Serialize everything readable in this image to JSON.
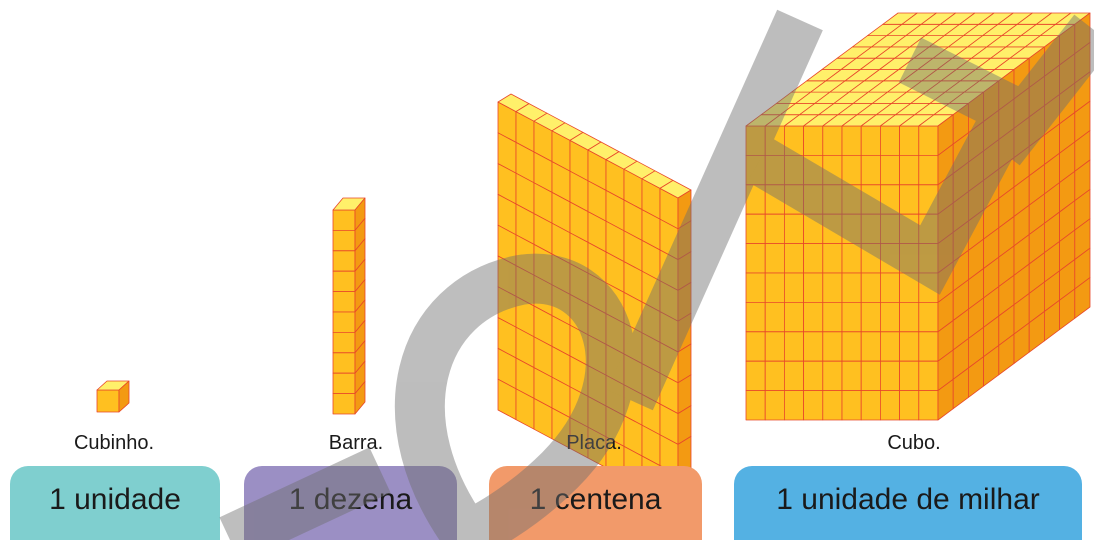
{
  "blocks": [
    {
      "caption": "Cubinho.",
      "tag": "1 unidade",
      "tag_color": "#7fcfcf"
    },
    {
      "caption": "Barra.",
      "tag": "1 dezena",
      "tag_color": "#9b8fc4"
    },
    {
      "caption": "Placa.",
      "tag": "1 centena",
      "tag_color": "#f29a6a"
    },
    {
      "caption": "Cubo.",
      "tag": "1 unidade de milhar",
      "tag_color": "#54b1e3"
    }
  ],
  "colors": {
    "block_top": "#fff06a",
    "block_front": "#ffc020",
    "block_side": "#f39a12",
    "grid_line": "#e8472a",
    "watermark": "#6e6e6e"
  },
  "icons": [
    "unit-cube-icon",
    "ten-rod-icon",
    "hundred-flat-icon",
    "thousand-cube-icon"
  ]
}
